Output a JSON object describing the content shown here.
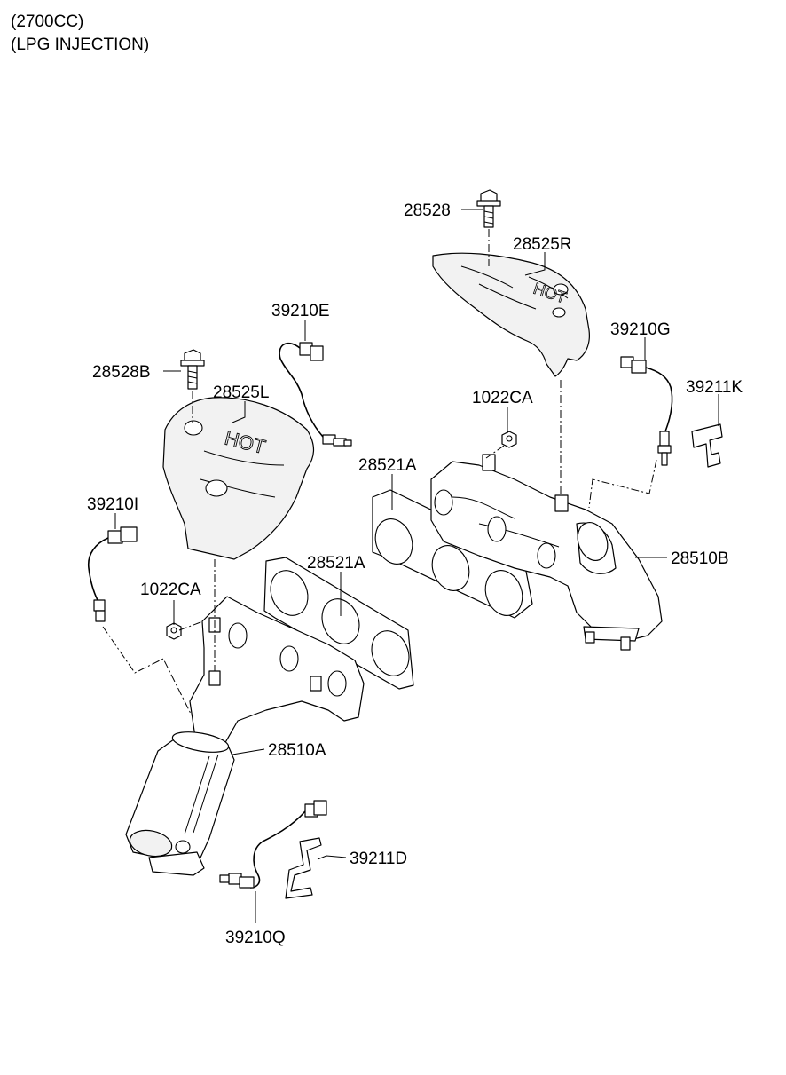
{
  "header": {
    "line1": "(2700CC)",
    "line2": "(LPG INJECTION)"
  },
  "labels": {
    "p28528": "28528",
    "p28525R": "28525R",
    "p39210E": "39210E",
    "p39210G": "39210G",
    "p28528B": "28528B",
    "p28525L": "28525L",
    "p1022CA_right": "1022CA",
    "p39211K": "39211K",
    "p28521A_right": "28521A",
    "p39210I": "39210I",
    "p28510B": "28510B",
    "p28521A_left": "28521A",
    "p1022CA_left": "1022CA",
    "p28510A": "28510A",
    "p39211D": "39211D",
    "p39210Q": "39210Q"
  }
}
